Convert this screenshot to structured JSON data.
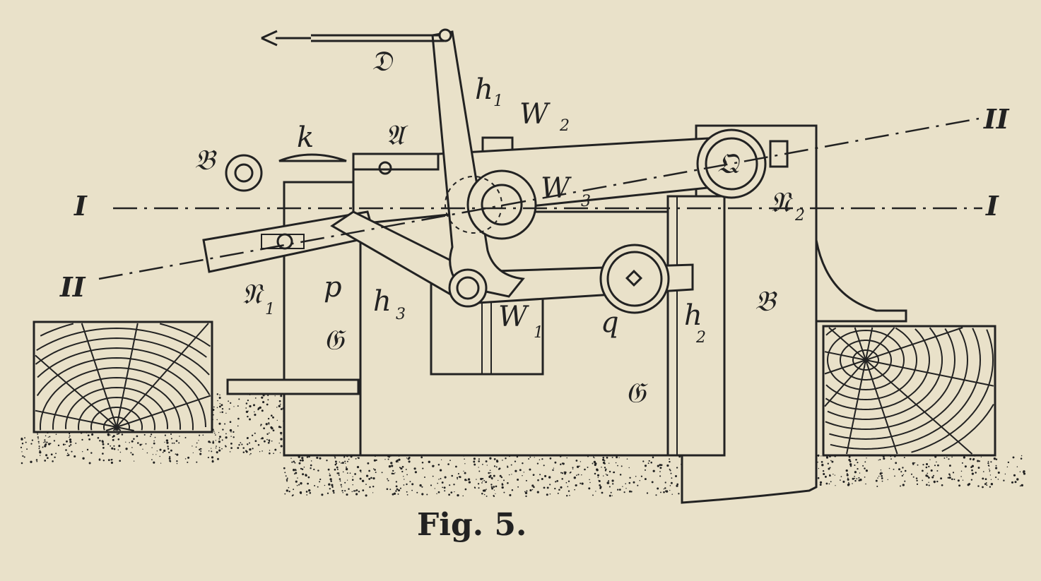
{
  "figure": {
    "caption": "Fig. 5.",
    "labels": {
      "D": "𝔇",
      "h1": "h",
      "h1_sub": "1",
      "W2": "W",
      "W2_sub": "2",
      "A": "𝔄",
      "k": "k",
      "B_left": "𝔅",
      "Q": "𝔔",
      "N2": "𝔑",
      "N2_sub": "2",
      "W3": "W",
      "W3_sub": "3",
      "N1": "𝔑",
      "N1_sub": "1",
      "p": "p",
      "h3": "h",
      "h3_sub": "3",
      "W1": "W",
      "W1_sub": "1",
      "q": "q",
      "h2": "h",
      "h2_sub": "2",
      "B_right": "𝔅",
      "G_left": "𝔊",
      "G_right": "𝔊"
    },
    "axis_marks": {
      "I_left": "I",
      "I_right": "I",
      "II_left": "II",
      "II_right": "II"
    }
  }
}
